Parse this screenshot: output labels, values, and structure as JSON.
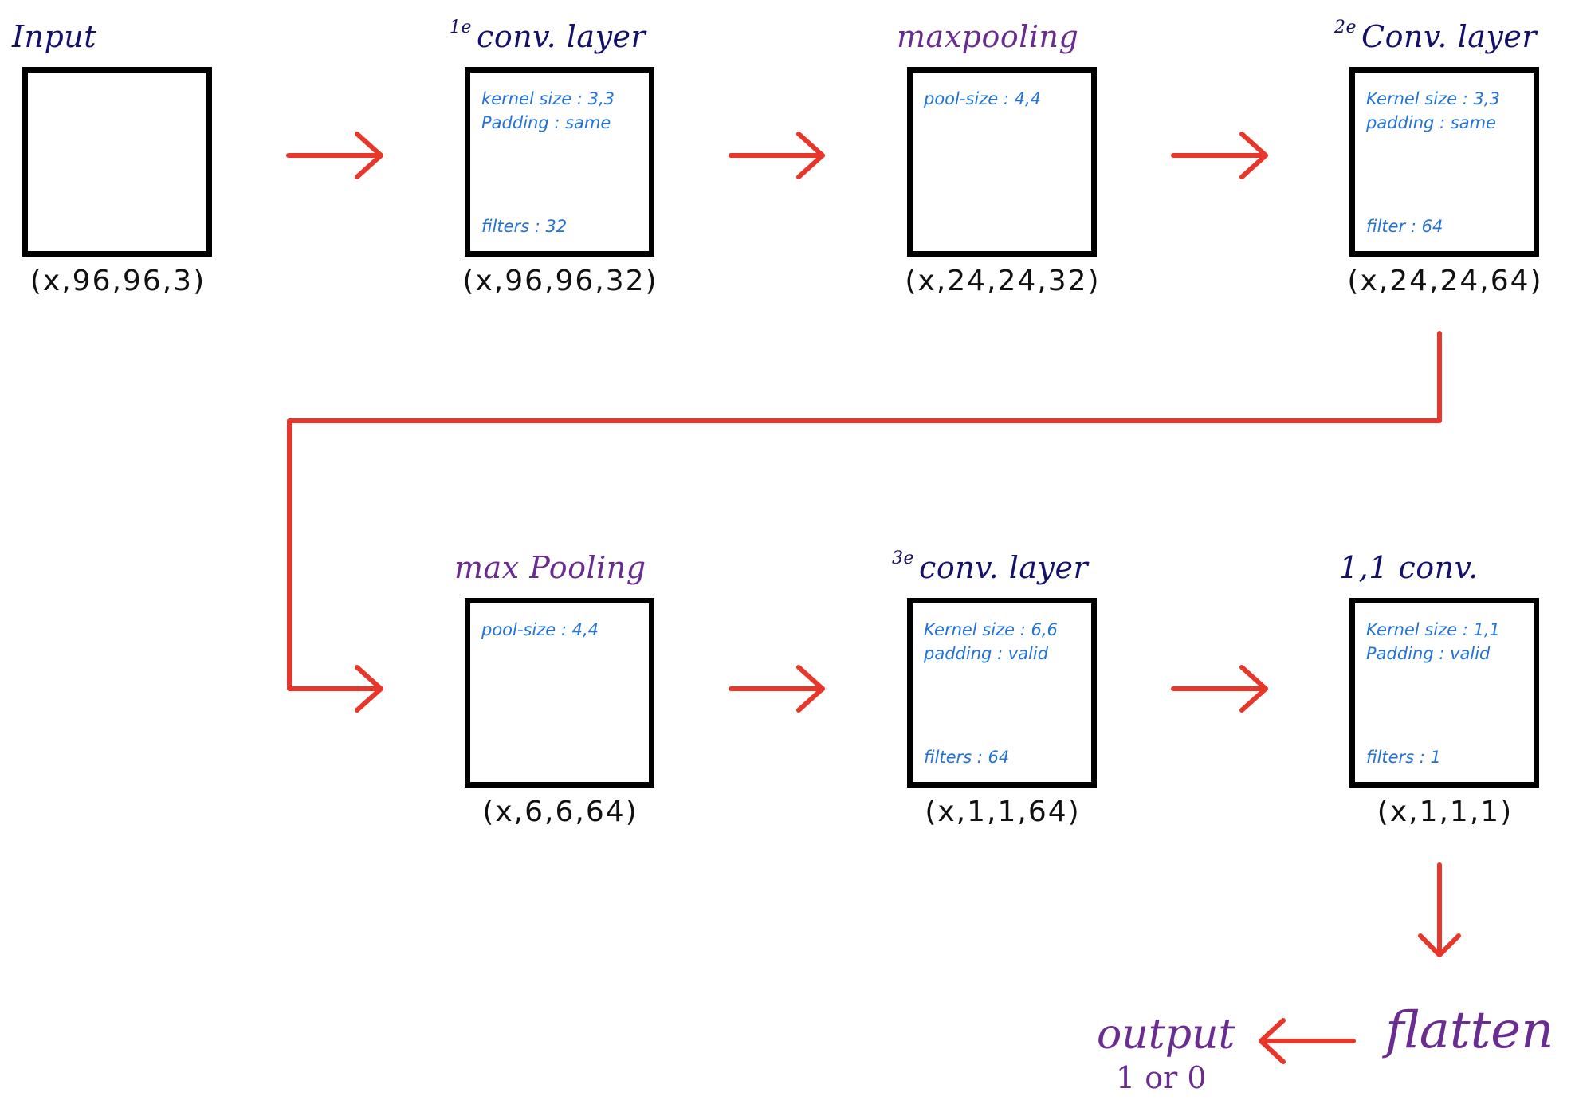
{
  "nodes": [
    {
      "id": "input",
      "title": "Input",
      "title_sup": "",
      "kind": "conv",
      "params": [],
      "shape": "(x,96,96,3)"
    },
    {
      "id": "conv1",
      "title": "conv. layer",
      "title_sup": "1e",
      "kind": "conv",
      "params": [
        "kernel size : 3,3",
        "Padding : same",
        "filters : 32"
      ],
      "shape": "(x,96,96,32)"
    },
    {
      "id": "pool1",
      "title": "maxpooling",
      "title_sup": "",
      "kind": "pool",
      "params": [
        "pool-size : 4,4"
      ],
      "shape": "(x,24,24,32)"
    },
    {
      "id": "conv2",
      "title": "Conv. layer",
      "title_sup": "2e",
      "kind": "conv",
      "params": [
        "Kernel size : 3,3",
        "padding : same",
        "filter : 64"
      ],
      "shape": "(x,24,24,64)"
    },
    {
      "id": "pool2",
      "title": "max Pooling",
      "title_sup": "",
      "kind": "pool",
      "params": [
        "pool-size : 4,4"
      ],
      "shape": "(x,6,6,64)"
    },
    {
      "id": "conv3",
      "title": "conv. layer",
      "title_sup": "3e",
      "kind": "conv",
      "params": [
        "Kernel size : 6,6",
        "padding : valid",
        "filters : 64"
      ],
      "shape": "(x,1,1,64)"
    },
    {
      "id": "conv4",
      "title": "1,1 conv.",
      "title_sup": "",
      "kind": "conv",
      "params": [
        "Kernel size : 1,1",
        "Padding : valid",
        "filters : 1"
      ],
      "shape": "(x,1,1,1)"
    }
  ],
  "flatten_label": "flatten",
  "output_label": "output",
  "output_values": "1 or 0",
  "colors": {
    "box_border": "#000000",
    "arrow": "#e8372a",
    "title_conv": "#14106e",
    "title_pool": "#6a2c91",
    "param_text": "#2272d8",
    "shape_text": "#111111",
    "flatten_output": "#6a2c91"
  }
}
